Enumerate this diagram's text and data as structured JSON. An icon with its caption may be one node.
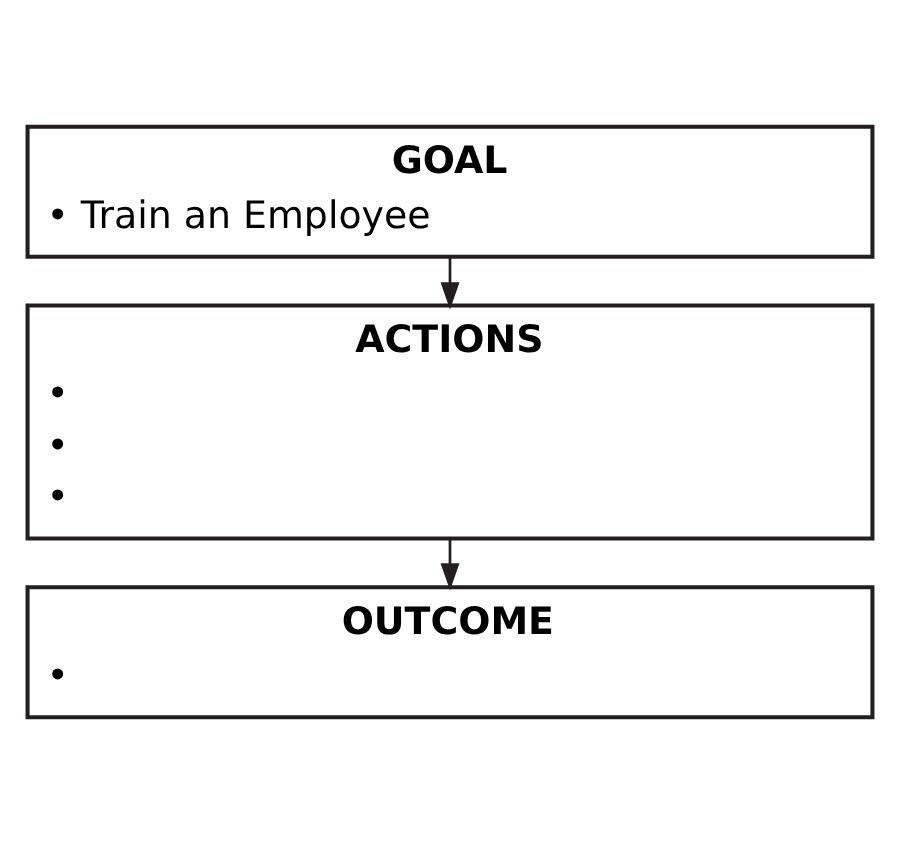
{
  "diagram": {
    "nodes": [
      {
        "text": [
          "GOAL",
          "• Train an Employee"
        ]
      },
      {
        "text": [
          "ACTIONS",
          "•",
          "•",
          "•"
        ]
      },
      {
        "text": [
          "OUTCOME",
          "•"
        ]
      }
    ],
    "edges": [
      {
        "from": 0,
        "to": 1,
        "arrow": "to"
      },
      {
        "from": 1,
        "to": 2,
        "arrow": "to"
      }
    ]
  }
}
